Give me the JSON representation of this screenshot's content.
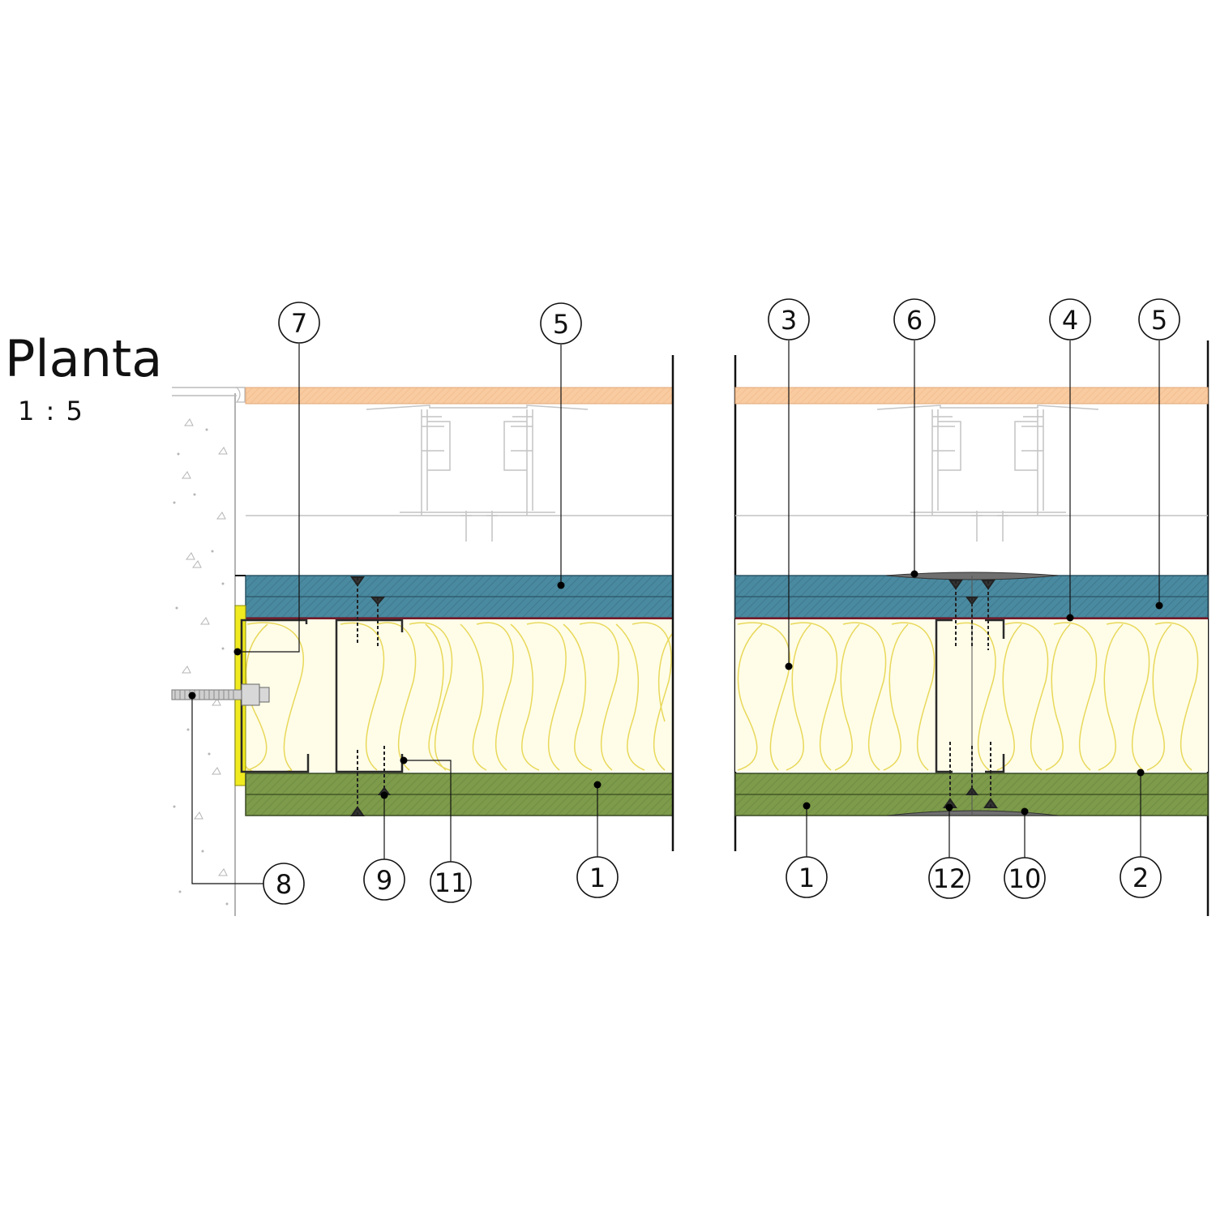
{
  "title": "Planta",
  "scale": "1 : 5",
  "callouts": {
    "left": [
      "7",
      "5",
      "8",
      "9",
      "11",
      "1"
    ],
    "right": [
      "3",
      "6",
      "4",
      "5",
      "1",
      "12",
      "10",
      "2"
    ]
  },
  "colors": {
    "finish_board": "#f9cba0",
    "outer_board": "#4a8aa0",
    "insulation": "#fffde8",
    "insulation_line": "#e8d85a",
    "inner_board": "#7d9b4a",
    "anchor_plate": "#f0ea20",
    "joint_filler": "#6f6f6f",
    "concrete_specks": "#b5b5b5"
  }
}
